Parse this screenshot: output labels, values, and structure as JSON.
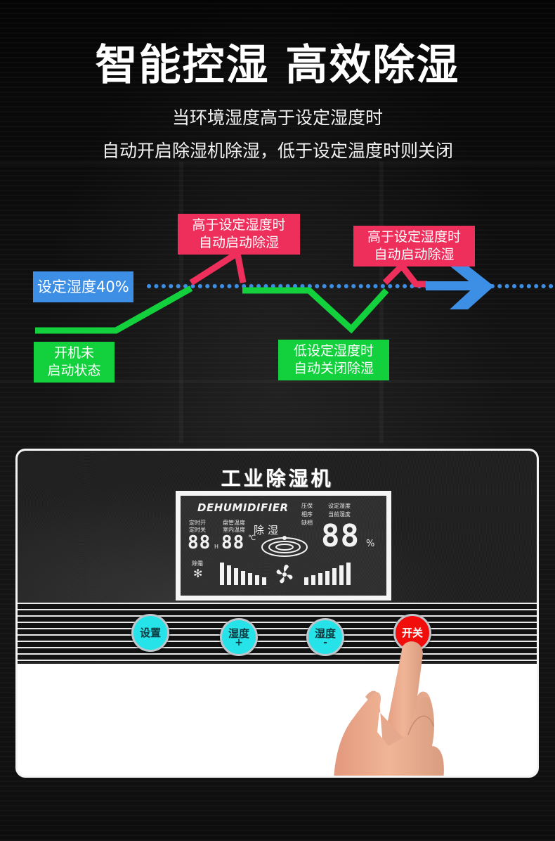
{
  "header": {
    "title": "智能控湿 高效除湿",
    "subtitle_line1": "当环境湿度高于设定湿度时",
    "subtitle_line2": "自动开启除湿机除湿，低于设定温度时则关闭"
  },
  "chart_data": {
    "type": "line",
    "title": "智能控湿 高效除湿",
    "threshold": {
      "label": "设定湿度40%",
      "value": 40,
      "style": "dotted",
      "color": "#3d8fe6"
    },
    "series": [
      {
        "name": "humidity-below-threshold",
        "color": "#13d13c",
        "points": [
          [
            50,
            470
          ],
          [
            165,
            470
          ],
          [
            258,
            414
          ],
          [
            275,
            414
          ],
          [
            345,
            414
          ],
          [
            440,
            414
          ],
          [
            500,
            468
          ],
          [
            550,
            414
          ]
        ]
      },
      {
        "name": "dehumidifying-active",
        "color": "#ee2f5c",
        "points": [
          [
            275,
            404
          ],
          [
            338,
            368
          ],
          [
            345,
            404
          ],
          [
            548,
            404
          ],
          [
            575,
            378
          ],
          [
            590,
            404
          ],
          [
            608,
            404
          ]
        ]
      },
      {
        "name": "trend-arrow",
        "color": "#3d8fe6",
        "points": [
          [
            608,
            404
          ],
          [
            700,
            404
          ]
        ]
      }
    ],
    "annotations": [
      {
        "text": "开机未启动状态",
        "color": "#13d13c"
      },
      {
        "text": "高于设定湿度时自动启动除湿",
        "color": "#ee2f5c"
      },
      {
        "text": "低设定湿度时自动关闭除湿",
        "color": "#13d13c"
      },
      {
        "text": "高于设定湿度时自动启动除湿",
        "color": "#ee2f5c"
      }
    ]
  },
  "chart": {
    "threshold_label": "设定湿度40%",
    "callout_off_line1": "开机未",
    "callout_off_line2": "启动状态",
    "callout_high1_line1": "高于设定湿度时",
    "callout_high1_line2": "自动启动除湿",
    "callout_low_line1": "低设定湿度时",
    "callout_low_line2": "自动关闭除湿",
    "callout_high2_line1": "高于设定湿度时",
    "callout_high2_line2": "自动启动除湿",
    "colors": {
      "green": "#13d13c",
      "pink": "#ee2f5c",
      "blue": "#3d8fe6"
    }
  },
  "device": {
    "title": "工业除湿机",
    "lcd": {
      "brand": "DEHUMIDIFIER",
      "timer_on": "定时开",
      "timer_off": "定时关",
      "timer_digits": "88",
      "timer_unit": "H",
      "coil_temp": "盘管温度",
      "room_temp": "室内温度",
      "temp_digits": "88",
      "temp_unit": "℃",
      "mode": "除湿",
      "pressure_protect": "压保",
      "phase_seq": "相序",
      "phase_missing": "缺相",
      "set_humidity": "设定湿度",
      "current_humidity": "当前湿度",
      "humidity_digits": "88",
      "humidity_unit": "%",
      "defrost": "除霜"
    },
    "buttons": [
      {
        "label": "设置",
        "sub": ""
      },
      {
        "label": "湿度",
        "sub": "+"
      },
      {
        "label": "湿度",
        "sub": "-"
      },
      {
        "label": "开关",
        "sub": ""
      }
    ]
  }
}
